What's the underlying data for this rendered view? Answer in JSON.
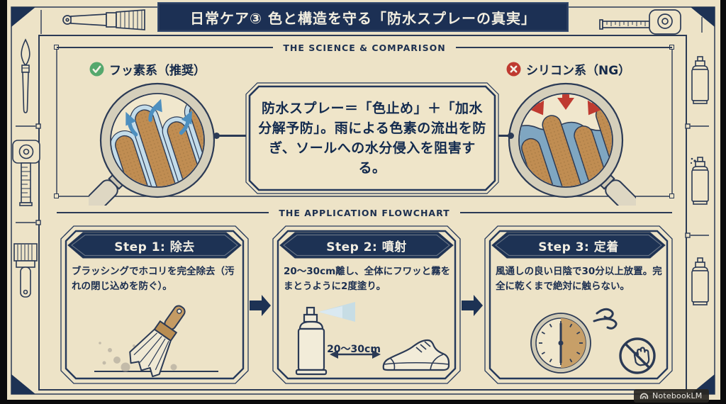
{
  "banner": {
    "title": "日常ケア③ 色と構造を守る「防水スプレーの真実」"
  },
  "science": {
    "header": "THE SCIENCE & COMPARISON",
    "fluorine_label": "フッ素系（推奨）",
    "silicone_label": "シリコン系（NG）",
    "summary": "防水スプレー＝「色止め」＋「加水分解予防」。雨による色素の流出を防ぎ、ソールへの水分侵入を阻害する。"
  },
  "flowchart": {
    "header": "THE APPLICATION FLOWCHART",
    "steps": [
      {
        "title": "Step 1: 除去",
        "body": "ブラッシングでホコリを完全除去（汚れの閉じ込めを防ぐ）。",
        "illustration": "dusting-brush"
      },
      {
        "title": "Step 2: 噴射",
        "body": "20〜30cm離し、全体にフワッと霧をまとうように2度塗り。",
        "distance_label": "20〜30cm",
        "illustration": "spray-can-and-sneaker"
      },
      {
        "title": "Step 3: 定着",
        "body": "風通しの良い日陰で30分以上放置。完全に乾くまで絶対に触らない。",
        "illustration": "clock-wind-no-touch"
      }
    ]
  },
  "watermark": {
    "label": "NotebookLM"
  },
  "colors": {
    "navy": "#1D3254",
    "cream": "#EDE3C7",
    "ok_green": "#55A86D",
    "ng_red": "#BF3A30",
    "water_blue": "#7FA6C1",
    "repel_blue": "#4D8FBF",
    "fiber_brown": "#C08D52",
    "tan": "#C79F68"
  }
}
